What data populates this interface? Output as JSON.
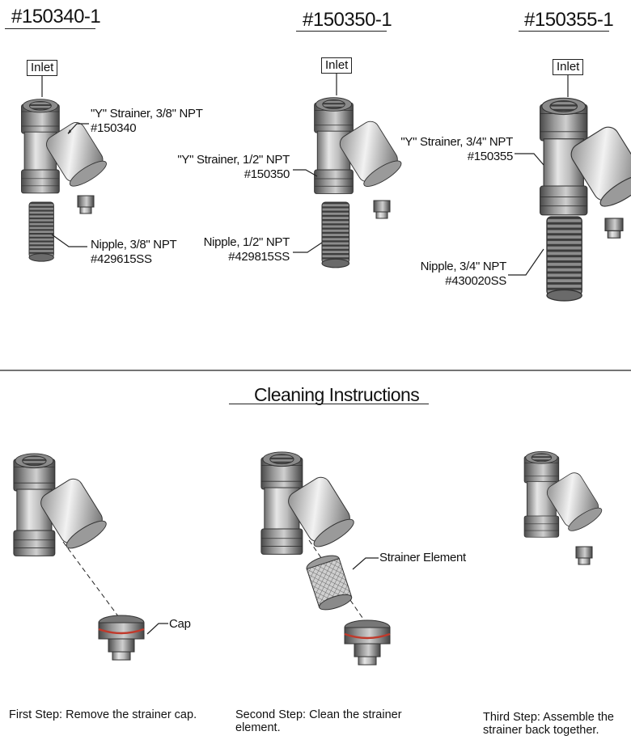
{
  "products": [
    {
      "part": "#150340-1",
      "inlet": "Inlet",
      "strainer_name": "\"Y\" Strainer, 3/8\" NPT",
      "strainer_part": "#150340",
      "nipple_name": "Nipple, 3/8\" NPT",
      "nipple_part": "#429615SS"
    },
    {
      "part": "#150350-1",
      "inlet": "Inlet",
      "strainer_name": "\"Y\" Strainer, 1/2\" NPT",
      "strainer_part": "#150350",
      "nipple_name": "Nipple, 1/2\" NPT",
      "nipple_part": "#429815SS"
    },
    {
      "part": "#150355-1",
      "inlet": "Inlet",
      "strainer_name": "\"Y\" Strainer, 3/4\" NPT",
      "strainer_part": "#150355",
      "nipple_name": "Nipple, 3/4\" NPT",
      "nipple_part": "#430020SS"
    }
  ],
  "cleaning": {
    "title": "Cleaning Instructions",
    "cap_label": "Cap",
    "element_label": "Strainer Element",
    "steps": [
      "First Step: Remove the strainer cap.",
      "Second Step: Clean the strainer element.",
      "Third Step: Assemble the strainer back together."
    ]
  },
  "colors": {
    "metal_light": "#d9d9d9",
    "metal_mid": "#a8a8a8",
    "metal_dark": "#5a5a5a",
    "gasket": "#c0392b",
    "line": "#222222"
  }
}
